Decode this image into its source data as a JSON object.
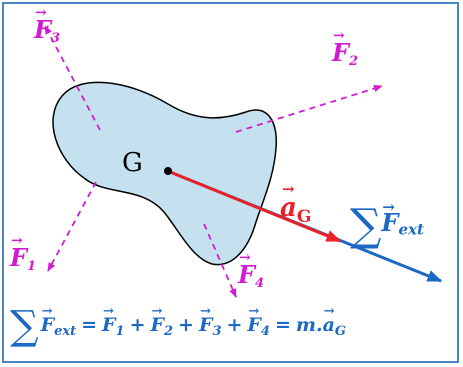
{
  "labels": {
    "f1": {
      "letter": "F",
      "sub": "1"
    },
    "f2": {
      "letter": "F",
      "sub": "2"
    },
    "f3": {
      "letter": "F",
      "sub": "3"
    },
    "f4": {
      "letter": "F",
      "sub": "4"
    },
    "g": "G",
    "ag": {
      "letter": "a",
      "sub": "G"
    },
    "fext": {
      "sigma": "∑",
      "letter": "F",
      "sub": "ext"
    }
  },
  "equation": {
    "sigma": "∑",
    "lhs_letter": "F",
    "lhs_sub": "ext",
    "eq": "=",
    "plus": "+",
    "terms": [
      {
        "letter": "F",
        "sub": "1"
      },
      {
        "letter": "F",
        "sub": "2"
      },
      {
        "letter": "F",
        "sub": "3"
      },
      {
        "letter": "F",
        "sub": "4"
      }
    ],
    "mass": "m.",
    "acc_letter": "a",
    "acc_sub": "G"
  },
  "colors": {
    "frame": "#4a86c5",
    "body_fill": "#c5e1f0",
    "force": "#d21bd0",
    "acceleration": "#e8212a",
    "resultant": "#1c68c4"
  }
}
